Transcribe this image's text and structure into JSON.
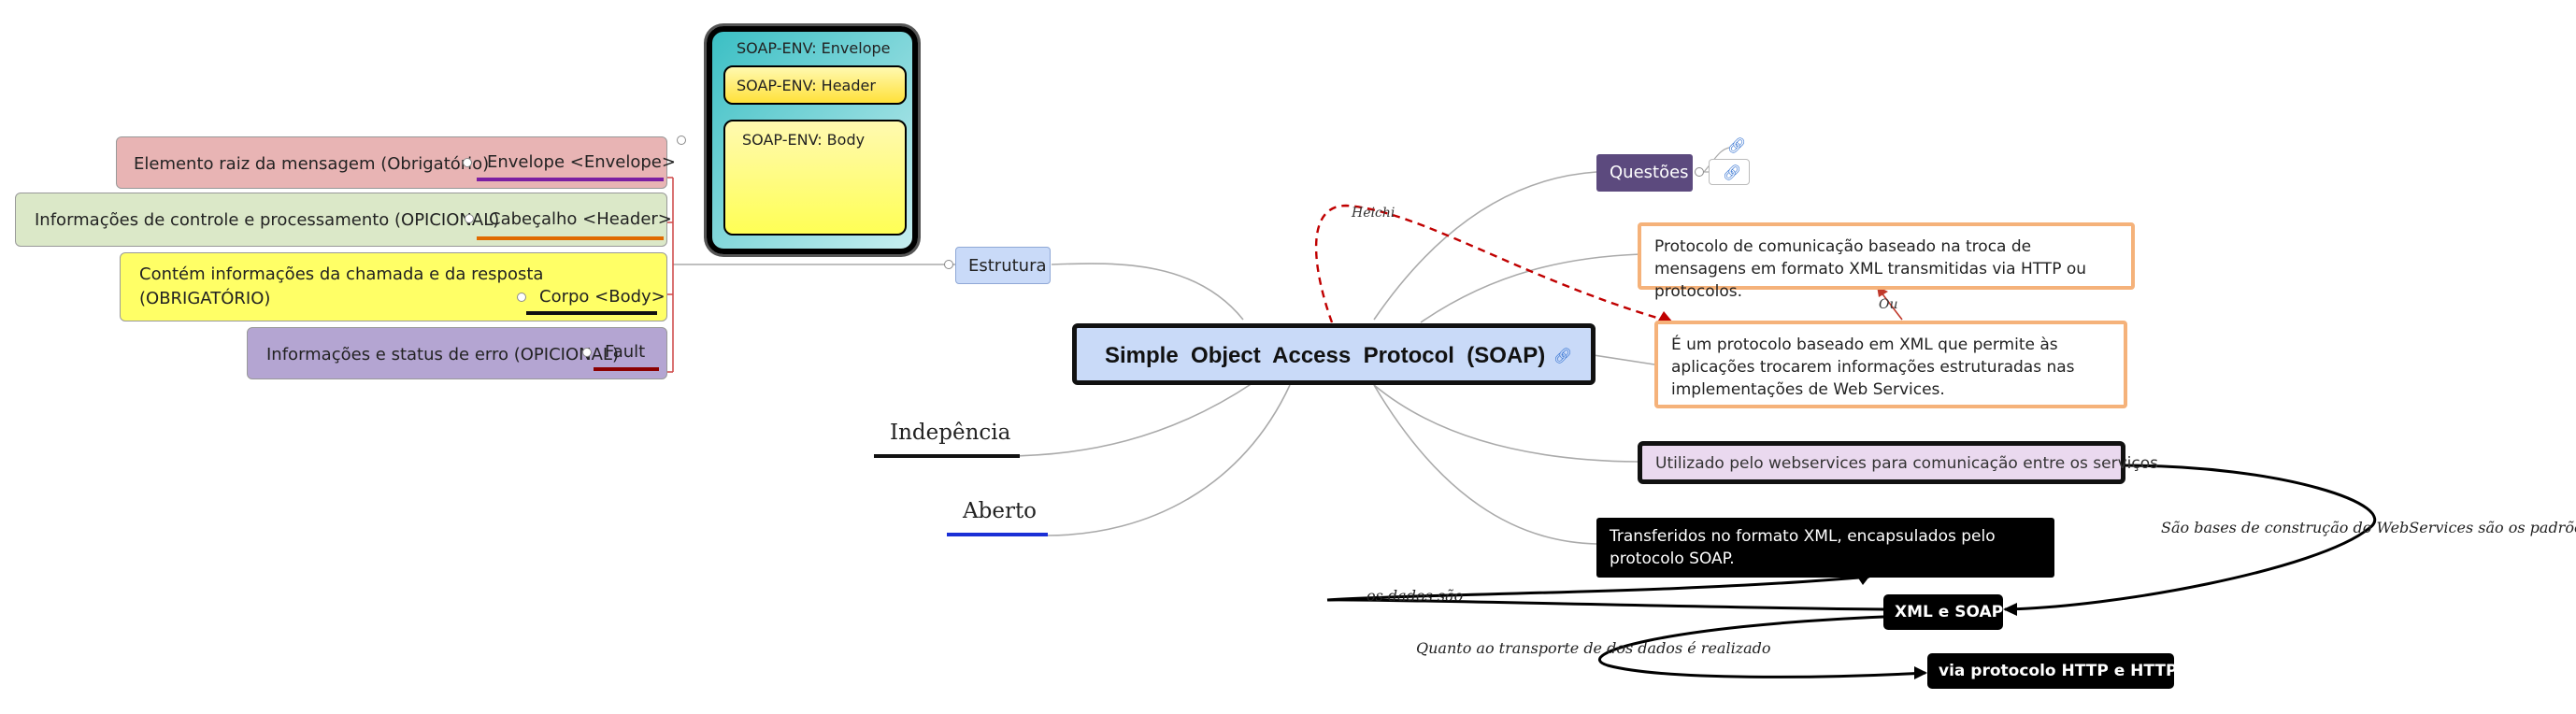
{
  "central": {
    "title": "Simple  Object  Access  Protocol  (SOAP)",
    "link_icon": "link-icon"
  },
  "estrutura": {
    "label": "Estrutura",
    "items": [
      {
        "tag": "Envelope <Envelope>",
        "desc": "Elemento raiz da mensagem (Obrigatório)",
        "bg": "#e8b4b4",
        "underline": "#7b1fa2"
      },
      {
        "tag": "Cabeçalho <Header>",
        "desc": "Informações de controle e processamento (OPICIONAL)",
        "bg": "#dbe8c8",
        "underline": "#e06a00"
      },
      {
        "tag": "Corpo <Body>",
        "desc_line1": "Contém informações da chamada e da resposta",
        "desc_line2": "(OBRIGATÓRIO)",
        "bg": "#ffff66",
        "underline": "#111111"
      },
      {
        "tag": "Fault",
        "desc": "Informações e status de erro (OPICIONAL)",
        "bg": "#b4a5d2",
        "underline": "#8b0000"
      }
    ],
    "diagram": {
      "envelope": "SOAP-ENV: Envelope",
      "header": "SOAP-ENV: Header",
      "body": "SOAP-ENV: Body"
    }
  },
  "independencia": {
    "label": "Indepência",
    "underline": "#111111"
  },
  "aberto": {
    "label": "Aberto",
    "underline": "#1a2fd6"
  },
  "questoes": {
    "label": "Questões",
    "bg": "#5c4a7e",
    "link_icons": [
      "link-icon",
      "link-icon"
    ]
  },
  "definitions": {
    "def1": "Protocolo de comunicação baseado na troca de mensagens em formato XML transmitidas via HTTP ou protocolos.",
    "def2": "É um protocolo baseado em XML que permite às aplicações trocarem informações estruturadas nas implementações de Web Services.",
    "or_label": "Ou",
    "heichi_label": "Heichi"
  },
  "usage": {
    "text": "Utilizado pelo webservices para comunicação entre os serviços"
  },
  "transfer": {
    "text": "Transferidos no formato XML, encapsulados pelo protocolo SOAP."
  },
  "xml_soap": {
    "label": "XML e SOAP",
    "rel_bases": "São bases de construção do WebServices são os padrões",
    "rel_dados": "os dados são",
    "rel_transporte": "Quanto ao transporte de dos dados é realizado"
  },
  "http": {
    "label": "via protocolo HTTP e HTTPS"
  },
  "colors": {
    "central_bg": "#c9daf8",
    "orange_border": "#f5b27a",
    "dark_bg": "#000000",
    "dashed_red": "#c00000"
  }
}
